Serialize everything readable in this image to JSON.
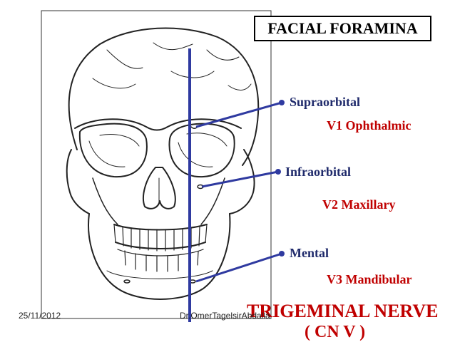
{
  "title": "FACIAL FORAMINA",
  "foramina": [
    {
      "label": "Supraorbital",
      "branch": "V1  Ophthalmic"
    },
    {
      "label": "Infraorbital",
      "branch": "V2  Maxillary"
    },
    {
      "label": "Mental",
      "branch": "V3  Mandibular"
    }
  ],
  "nerve": {
    "line1": "TRIGEMINAL NERVE",
    "line2": "( CN V )"
  },
  "footer": {
    "date": "25/11/2012",
    "author": "Dr.OmerTagelsirAbdalla"
  },
  "colors": {
    "line": "#2f3aa0",
    "label": "#1f2a6b",
    "branch": "#c00000",
    "skull": "#222222"
  }
}
